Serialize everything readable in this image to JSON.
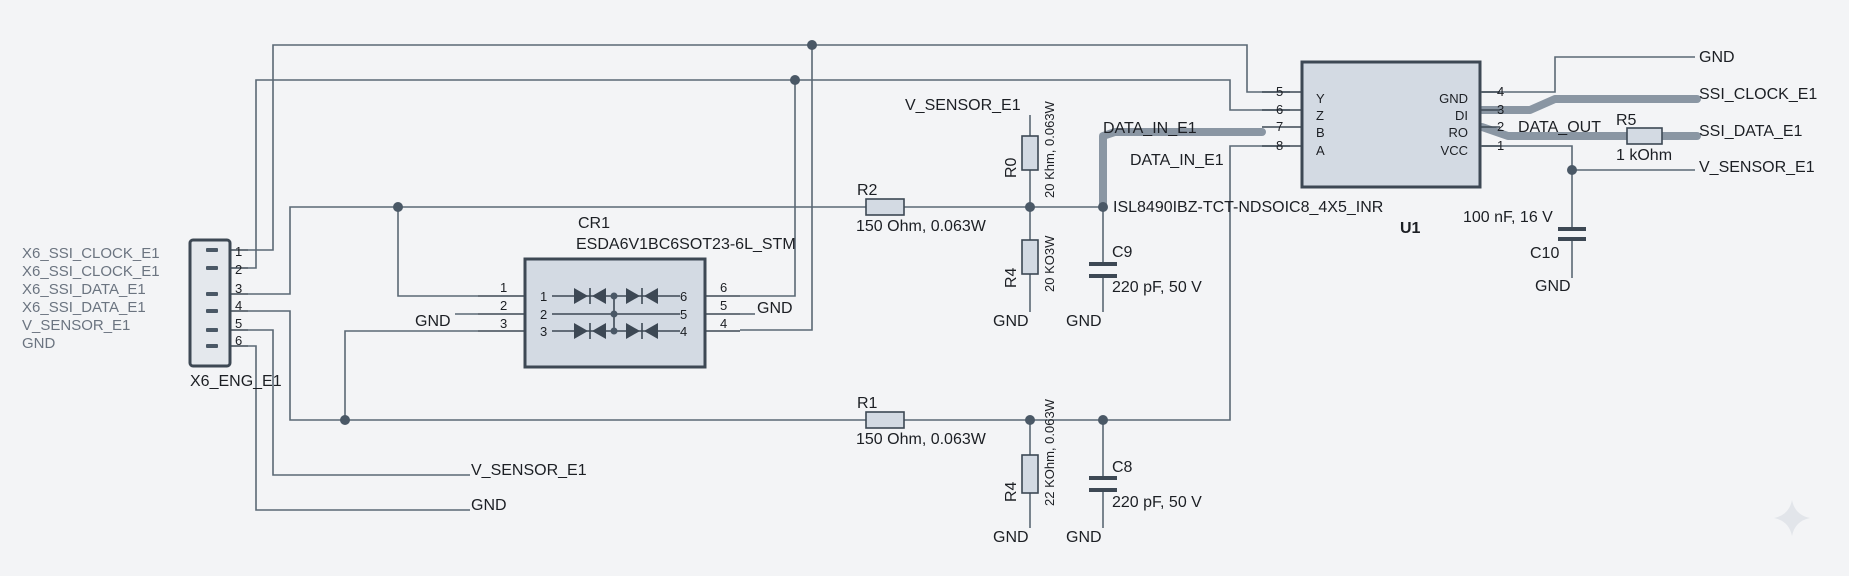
{
  "connector": {
    "ref": "X6_ENG_E1",
    "signals": [
      "X6_SSI_CLOCK_E1",
      "X6_SSI_CLOCK_E1",
      "X6_SSI_DATA_E1",
      "X6_SSI_DATA_E1",
      "V_SENSOR_E1",
      "GND"
    ],
    "pins": [
      "1",
      "2",
      "3",
      "4",
      "5",
      "6"
    ]
  },
  "cr1": {
    "ref": "CR1",
    "part": "ESDA6V1BC6SOT23-6L_STM",
    "pins_left": [
      "1",
      "2",
      "3"
    ],
    "pins_right": [
      "6",
      "5",
      "4"
    ],
    "ext_left_pins": [
      "1",
      "2",
      "3"
    ],
    "ext_right_pins": [
      "6",
      "5",
      "4"
    ],
    "gnd_left": "GND",
    "gnd_right": "GND"
  },
  "u1": {
    "ref": "U1",
    "part": "ISL8490IBZ-TCT-NDSOIC8_4X5_INR",
    "left_pin_names": [
      "Y",
      "Z",
      "B",
      "A"
    ],
    "left_pin_numbers": [
      "5",
      "6",
      "7",
      "8"
    ],
    "right_pin_names": [
      "GND",
      "DI",
      "RO",
      "VCC"
    ],
    "right_pin_numbers": [
      "4",
      "3",
      "2",
      "1"
    ]
  },
  "resistors": {
    "r2": {
      "ref": "R2",
      "value": "150 Ohm, 0.063W"
    },
    "r1": {
      "ref": "R1",
      "value": "150 Ohm, 0.063W"
    },
    "r0": {
      "ref": "R0",
      "value": "20 Khm, 0.063W"
    },
    "r4a": {
      "ref": "R4",
      "value": "20 KO3W"
    },
    "r4b": {
      "ref": "R4",
      "value": "22 KOhm, 0.063W"
    },
    "r5": {
      "ref": "R5",
      "value": "1 kOhm"
    }
  },
  "capacitors": {
    "c9": {
      "ref": "C9",
      "value": "220 pF, 50 V"
    },
    "c8": {
      "ref": "C8",
      "value": "220 pF, 50 V"
    },
    "c10": {
      "ref": "C10",
      "value": "100 nF, 16 V"
    }
  },
  "nets": {
    "v_sensor_top": "V_SENSOR_E1",
    "data_in_1": "DATA_IN_E1",
    "data_in_2": "DATA_IN_E1",
    "data_out": "DATA_OUT",
    "gnd_out": "GND",
    "ssi_clock_out": "SSI_CLOCK_E1",
    "ssi_data_out": "SSI_DATA_E1",
    "v_sensor_out": "V_SENSOR_E1",
    "v_sensor_bottom": "V_SENSOR_E1",
    "gnd_bottom": "GND",
    "gnd_r4a": "GND",
    "gnd_c9": "GND",
    "gnd_r4b": "GND",
    "gnd_c8": "GND",
    "gnd_c10": "GND"
  },
  "colors": {
    "wire": "#5b6875",
    "bus": "#8a96a3",
    "body": "#d3dae3",
    "background": "#f3f4f6"
  }
}
